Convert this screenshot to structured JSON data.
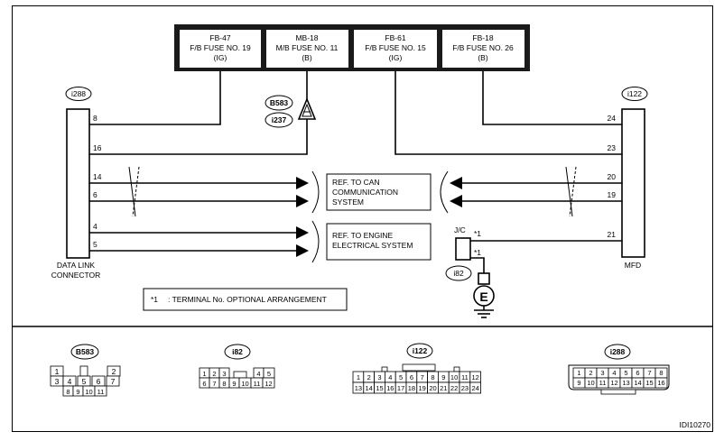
{
  "fuses": [
    {
      "id": "FB-47",
      "name": "F/B FUSE NO. 19",
      "type": "(IG)"
    },
    {
      "id": "MB-18",
      "name": "M/B FUSE NO. 11",
      "type": "(B)"
    },
    {
      "id": "FB-61",
      "name": "F/B FUSE NO. 15",
      "type": "(IG)"
    },
    {
      "id": "FB-18",
      "name": "F/B FUSE NO. 26",
      "type": "(B)"
    }
  ],
  "data_link": {
    "tag": "i288",
    "label_line1": "DATA LINK",
    "label_line2": "CONNECTOR",
    "pins": [
      "8",
      "16",
      "14",
      "6",
      "4",
      "5"
    ]
  },
  "mfd": {
    "tag": "i122",
    "label": "MFD",
    "pins": [
      "24",
      "23",
      "20",
      "19",
      "21"
    ]
  },
  "diode_tags": [
    "B583",
    "i237"
  ],
  "ref_can": {
    "line1": "REF. TO CAN",
    "line2": "COMMUNICATION",
    "line3": "SYSTEM"
  },
  "ref_engine": {
    "line1": "REF. TO ENGINE",
    "line2": "ELECTRICAL SYSTEM"
  },
  "joint": {
    "label": "J/C",
    "tag": "i82",
    "mark1": "*1",
    "mark2": "*1",
    "ground": "E"
  },
  "note": {
    "mark": "*1",
    "text": ": TERMINAL No. OPTIONAL ARRANGEMENT"
  },
  "connectors": {
    "b583": {
      "tag": "B583",
      "row1": [
        "1",
        "2"
      ],
      "row2": [
        "3",
        "4",
        "5",
        "6",
        "7"
      ],
      "row3": [
        "8",
        "9",
        "10",
        "11"
      ]
    },
    "i82": {
      "tag": "i82",
      "row1": [
        "1",
        "2",
        "3",
        "4",
        "5"
      ],
      "row2": [
        "6",
        "7",
        "8",
        "9",
        "10",
        "11",
        "12"
      ]
    },
    "i122": {
      "tag": "i122",
      "row1": [
        "1",
        "2",
        "3",
        "4",
        "5",
        "6",
        "7",
        "8",
        "9",
        "10",
        "11",
        "12"
      ],
      "row2": [
        "13",
        "14",
        "15",
        "16",
        "17",
        "18",
        "19",
        "20",
        "21",
        "22",
        "23",
        "24"
      ]
    },
    "i288": {
      "tag": "i288",
      "row1": [
        "1",
        "2",
        "3",
        "4",
        "5",
        "6",
        "7",
        "8"
      ],
      "row2": [
        "9",
        "10",
        "11",
        "12",
        "13",
        "14",
        "15",
        "16"
      ]
    }
  },
  "figure_id": "IDI10270"
}
